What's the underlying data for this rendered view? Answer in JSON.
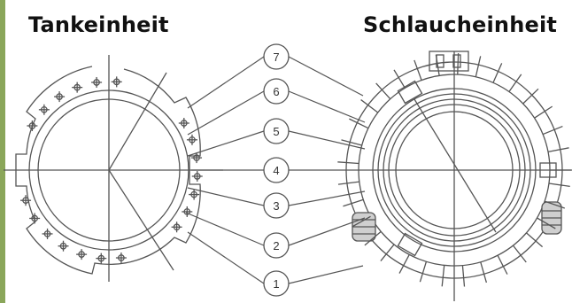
{
  "titles": {
    "left": "Tankeinheit",
    "right": "Schlaucheinheit"
  },
  "callouts": [
    {
      "label": "7"
    },
    {
      "label": "6"
    },
    {
      "label": "5"
    },
    {
      "label": "4"
    },
    {
      "label": "3"
    },
    {
      "label": "2"
    },
    {
      "label": "1"
    }
  ],
  "colors": {
    "line": "#555555",
    "accent_bar": "#8aa65a",
    "title": "#111111"
  }
}
